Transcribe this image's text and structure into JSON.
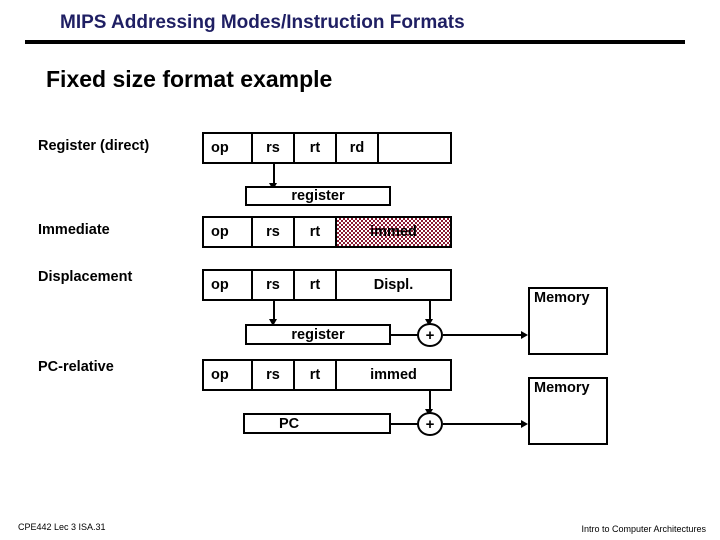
{
  "slide": {
    "title": "MIPS Addressing Modes/Instruction Formats",
    "subtitle": "Fixed size format example",
    "title_color": "#1f1f63",
    "highlight_color": "#8a1a32"
  },
  "rows": [
    {
      "label": "Register (direct)",
      "fields": [
        "op",
        "rs",
        "rt",
        "rd",
        ""
      ],
      "target_box": "register"
    },
    {
      "label": "Immediate",
      "fields": [
        "op",
        "rs",
        "rt",
        "immed"
      ],
      "highlighted_field": "immed"
    },
    {
      "label": "Displacement",
      "fields": [
        "op",
        "rs",
        "rt",
        "Displ."
      ],
      "target_box": "register",
      "adder": "+",
      "memory_box": "Memory"
    },
    {
      "label": "PC-relative",
      "fields": [
        "op",
        "rs",
        "rt",
        "immed"
      ],
      "target_box": "PC",
      "adder": "+",
      "memory_box": "Memory"
    }
  ],
  "boxes": {
    "register_1": "register",
    "register_2": "register",
    "pc": "PC",
    "memory_1": "Memory",
    "memory_2": "Memory",
    "adder_1": "+",
    "adder_2": "+"
  },
  "footer": {
    "left": "CPE442  Lec 3 ISA.31",
    "right": "Intro to Computer Architectures"
  }
}
